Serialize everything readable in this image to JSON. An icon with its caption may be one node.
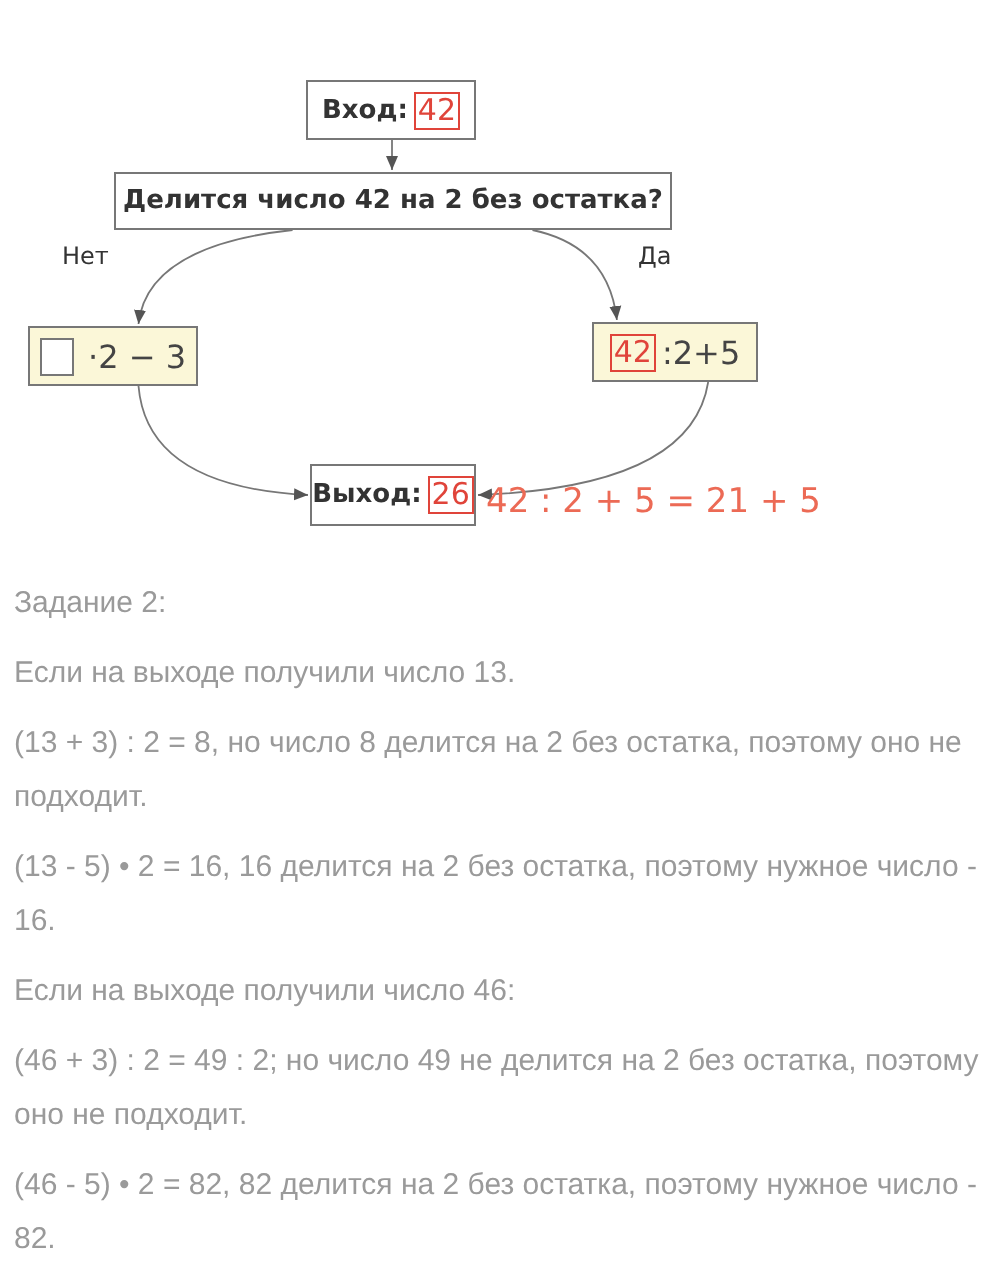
{
  "diagram": {
    "nodes": [
      {
        "text": [
          "Вход:",
          "42"
        ]
      },
      {
        "text": [
          "Делится число 42 на 2 без остатка?"
        ]
      },
      {
        "text": [
          "·2 − 3"
        ]
      },
      {
        "text": [
          "42",
          ":2+5"
        ]
      },
      {
        "text": [
          "Выход:",
          "26"
        ],
        "beside": [
          "42 : 2 + 5 = 21 + 5"
        ]
      }
    ],
    "edges": [
      {
        "from": 0,
        "to": 1,
        "arrow": "to"
      },
      {
        "from": 1,
        "to": 2,
        "arrow": "to",
        "label": "Нет"
      },
      {
        "from": 1,
        "to": 3,
        "arrow": "to",
        "label": "Да"
      },
      {
        "from": 2,
        "to": 4,
        "arrow": "to"
      },
      {
        "from": 3,
        "to": 4,
        "arrow": "to"
      }
    ],
    "labels": [
      "Задание 2:",
      "Если на выходе получили число 13.",
      "(13 + 3) : 2 = 8, но число 8 делится на 2 без остатка, поэтому оно не подходит.",
      "(13 - 5) • 2 = 16, 16 делится на 2 без остатка, поэтому нужное число - 16.",
      "Если на выходе получили число 46:",
      "(46 + 3) : 2 = 49 : 2; но число 49 не делится на 2 без остатка, поэтому оно не подходит.",
      "(46 - 5) • 2 = 82, 82 делится на 2 без остатка, поэтому нужное число - 82."
    ]
  }
}
